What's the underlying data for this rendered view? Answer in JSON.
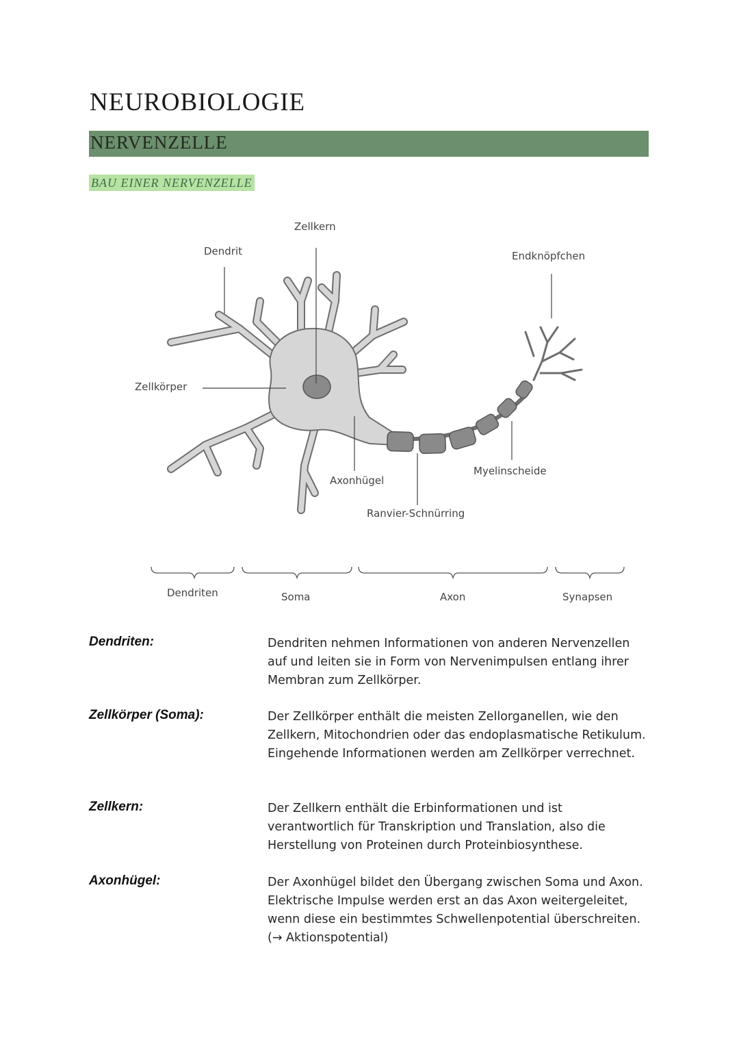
{
  "header": {
    "title": "NEUROBIOLOGIE",
    "banner": "NERVENZELLE",
    "subtitle": "BAU EINER NERVENZELLE"
  },
  "diagram": {
    "labels": {
      "zellkern": "Zellkern",
      "dendrit": "Dendrit",
      "endknoepfchen": "Endknöpfchen",
      "zellkoerper": "Zellkörper",
      "axonhuegel": "Axonhügel",
      "myelinscheide": "Myelinscheide",
      "ranvier": "Ranvier-Schnürring"
    },
    "braces": {
      "dendriten": "Dendriten",
      "soma": "Soma",
      "axon": "Axon",
      "synapsen": "Synapsen"
    },
    "colors": {
      "cell_fill": "#d6d6d6",
      "cell_stroke": "#6e6e6e",
      "nucleus": "#8a8a8a",
      "myelin": "#8a8a8a"
    }
  },
  "definitions": [
    {
      "term": "Dendriten:",
      "text": "Dendriten nehmen Informationen von anderen Nervenzellen auf und leiten sie in Form von Nervenimpulsen entlang ihrer Membran zum Zellkörper."
    },
    {
      "term": "Zellkörper (Soma):",
      "text": "Der Zellkörper enthält die meisten Zellorganellen, wie den Zellkern, Mitochondrien oder das endoplasmatische Retikulum. Eingehende Informationen werden am Zellkörper verrechnet."
    },
    {
      "term": "Zellkern:",
      "text": "Der Zellkern enthält die Erbinformationen und ist verantwortlich für Transkription und Translation, also die Herstellung von Proteinen durch Proteinbiosynthese."
    },
    {
      "term": "Axonhügel:",
      "text": "Der Axonhügel bildet den Übergang zwischen Soma und Axon. Elektrische Impulse werden erst an das Axon weitergeleitet, wenn diese ein bestimmtes Schwellenpotential überschreiten. (→ Aktionspotential)"
    }
  ]
}
